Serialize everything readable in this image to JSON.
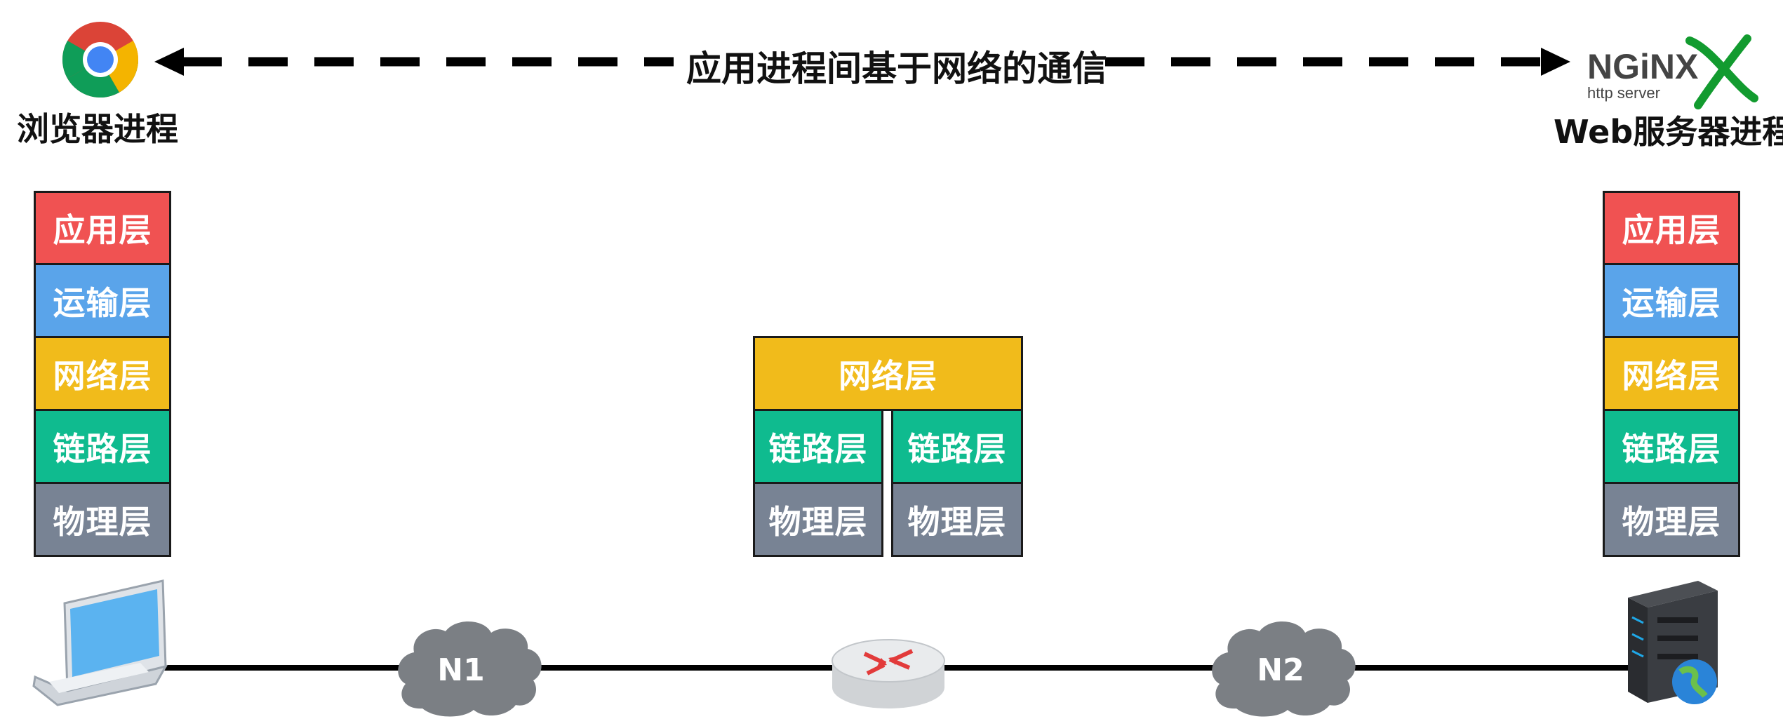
{
  "title": "应用进程间基于网络的通信",
  "client": {
    "label": "浏览器进程",
    "layers": [
      "应用层",
      "运输层",
      "网络层",
      "链路层",
      "物理层"
    ]
  },
  "server": {
    "label": "Web服务器进程",
    "logo_text": "NGiNX",
    "logo_subtext": "http server",
    "layers": [
      "应用层",
      "运输层",
      "网络层",
      "链路层",
      "物理层"
    ]
  },
  "router": {
    "network_layer": "网络层",
    "left": {
      "link": "链路层",
      "phys": "物理层"
    },
    "right": {
      "link": "链路层",
      "phys": "物理层"
    }
  },
  "networks": {
    "n1": "N1",
    "n2": "N2"
  },
  "colors": {
    "application": "#f05252",
    "transport": "#5aa4ea",
    "network": "#f1bb1b",
    "link": "#0fbb8f",
    "physical": "#788394"
  },
  "icons": [
    "chrome-icon",
    "nginx-logo",
    "laptop-icon",
    "router-icon",
    "server-icon",
    "cloud-icon"
  ]
}
